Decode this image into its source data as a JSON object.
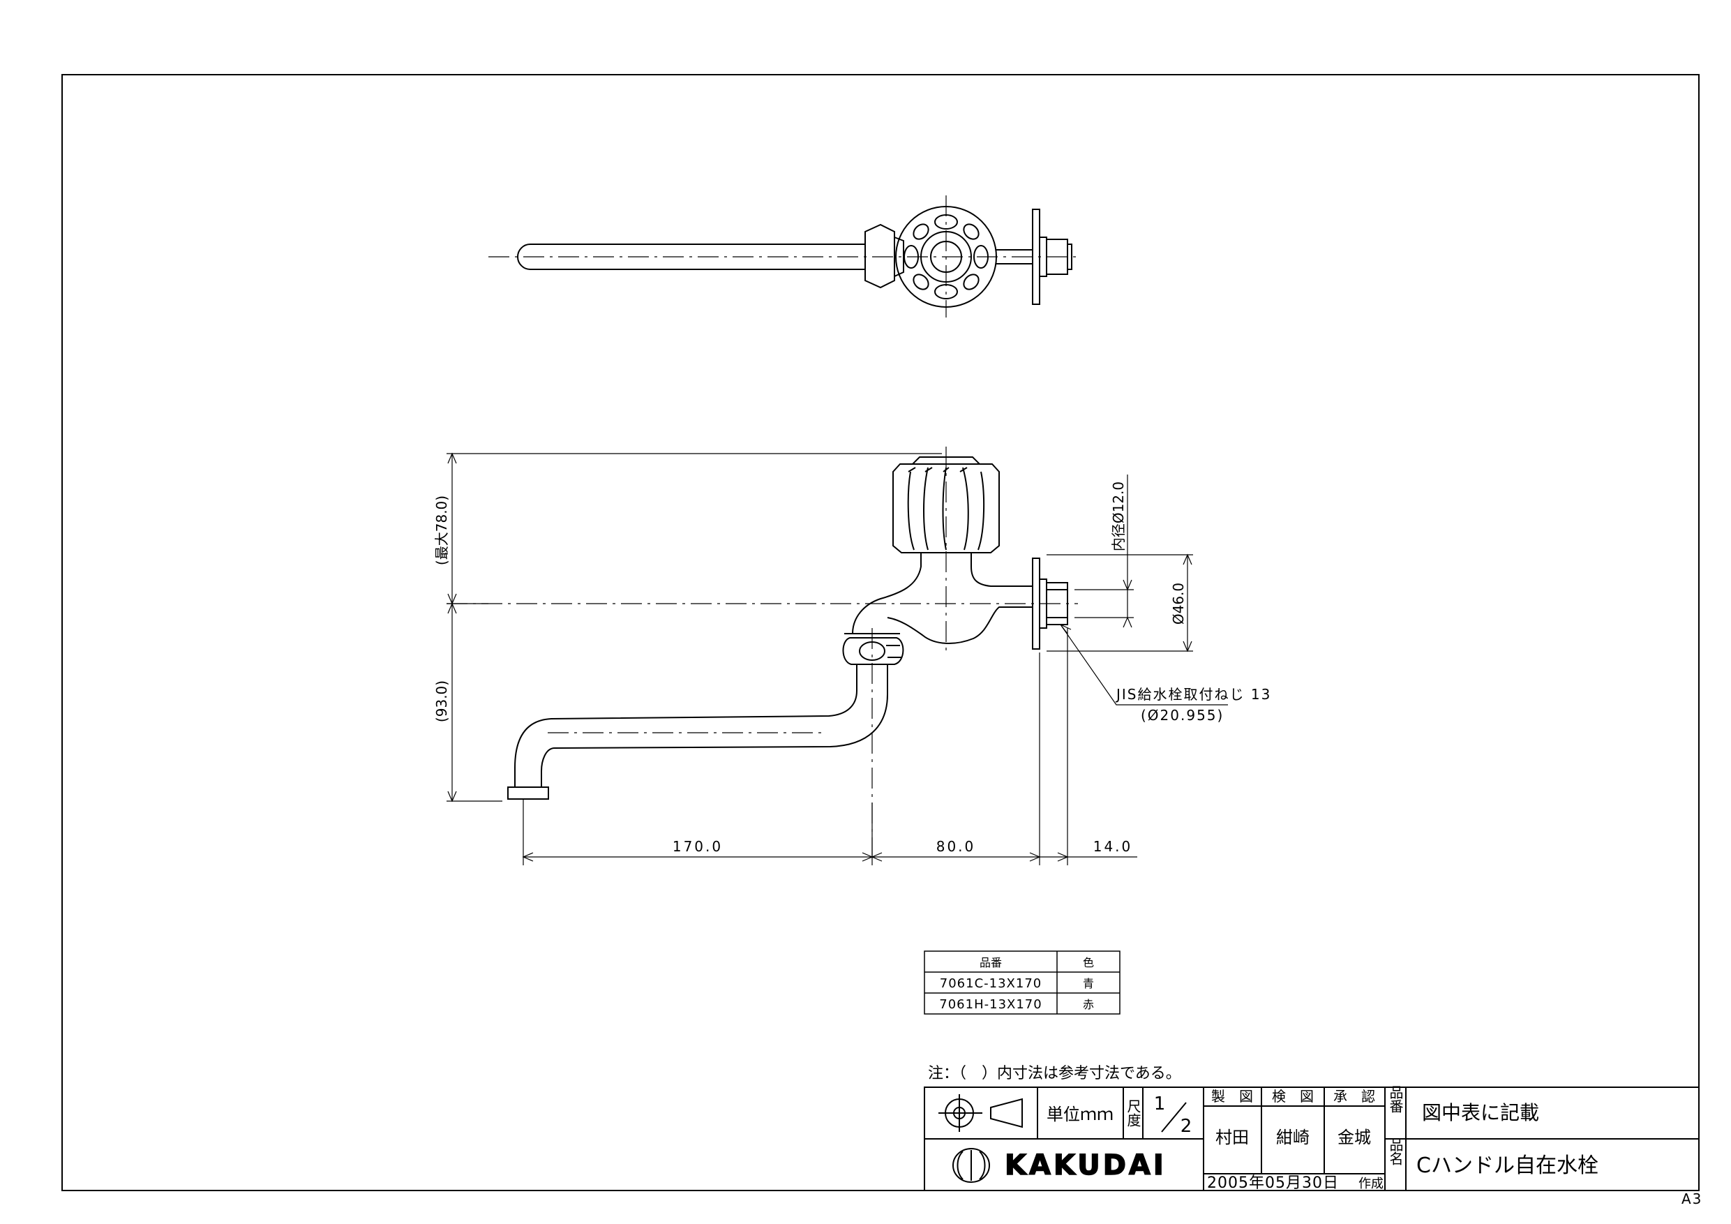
{
  "dimensions": {
    "max_height": "(最大78.0)",
    "lower_height": "(93.0)",
    "inner_diameter": "内径Ø12.0",
    "flange_diameter": "Ø46.0",
    "spout_length": "170.0",
    "body_length": "80.0",
    "thread_length": "14.0",
    "thread_note": "JIS給水栓取付ねじ 13",
    "thread_diameter": "(Ø20.955)"
  },
  "parts_table": {
    "headers": [
      "品番",
      "色"
    ],
    "rows": [
      [
        "7061C-13X170",
        "青"
      ],
      [
        "7061H-13X170",
        "赤"
      ]
    ]
  },
  "note": "注：（　）内寸法は参考寸法である。",
  "title_block": {
    "unit": "単位ｍｍ",
    "scale_label": "尺度",
    "scale_num": "1",
    "scale_den": "2",
    "drawn_label": "製　図",
    "checked_label": "検　図",
    "approved_label": "承　認",
    "drawn_by": "村田",
    "checked_by": "紺崎",
    "approved_by": "金城",
    "part_no_label": "品番",
    "part_no_value": "図中表に記載",
    "brand": "KAKUDAI",
    "date": "2005年05月30日",
    "created_label": "作成",
    "name_label": "品名",
    "name_value": "Cハンドル自在水栓"
  },
  "sheet_size": "A3",
  "colors": {
    "line": "#000000",
    "background": "#ffffff"
  }
}
